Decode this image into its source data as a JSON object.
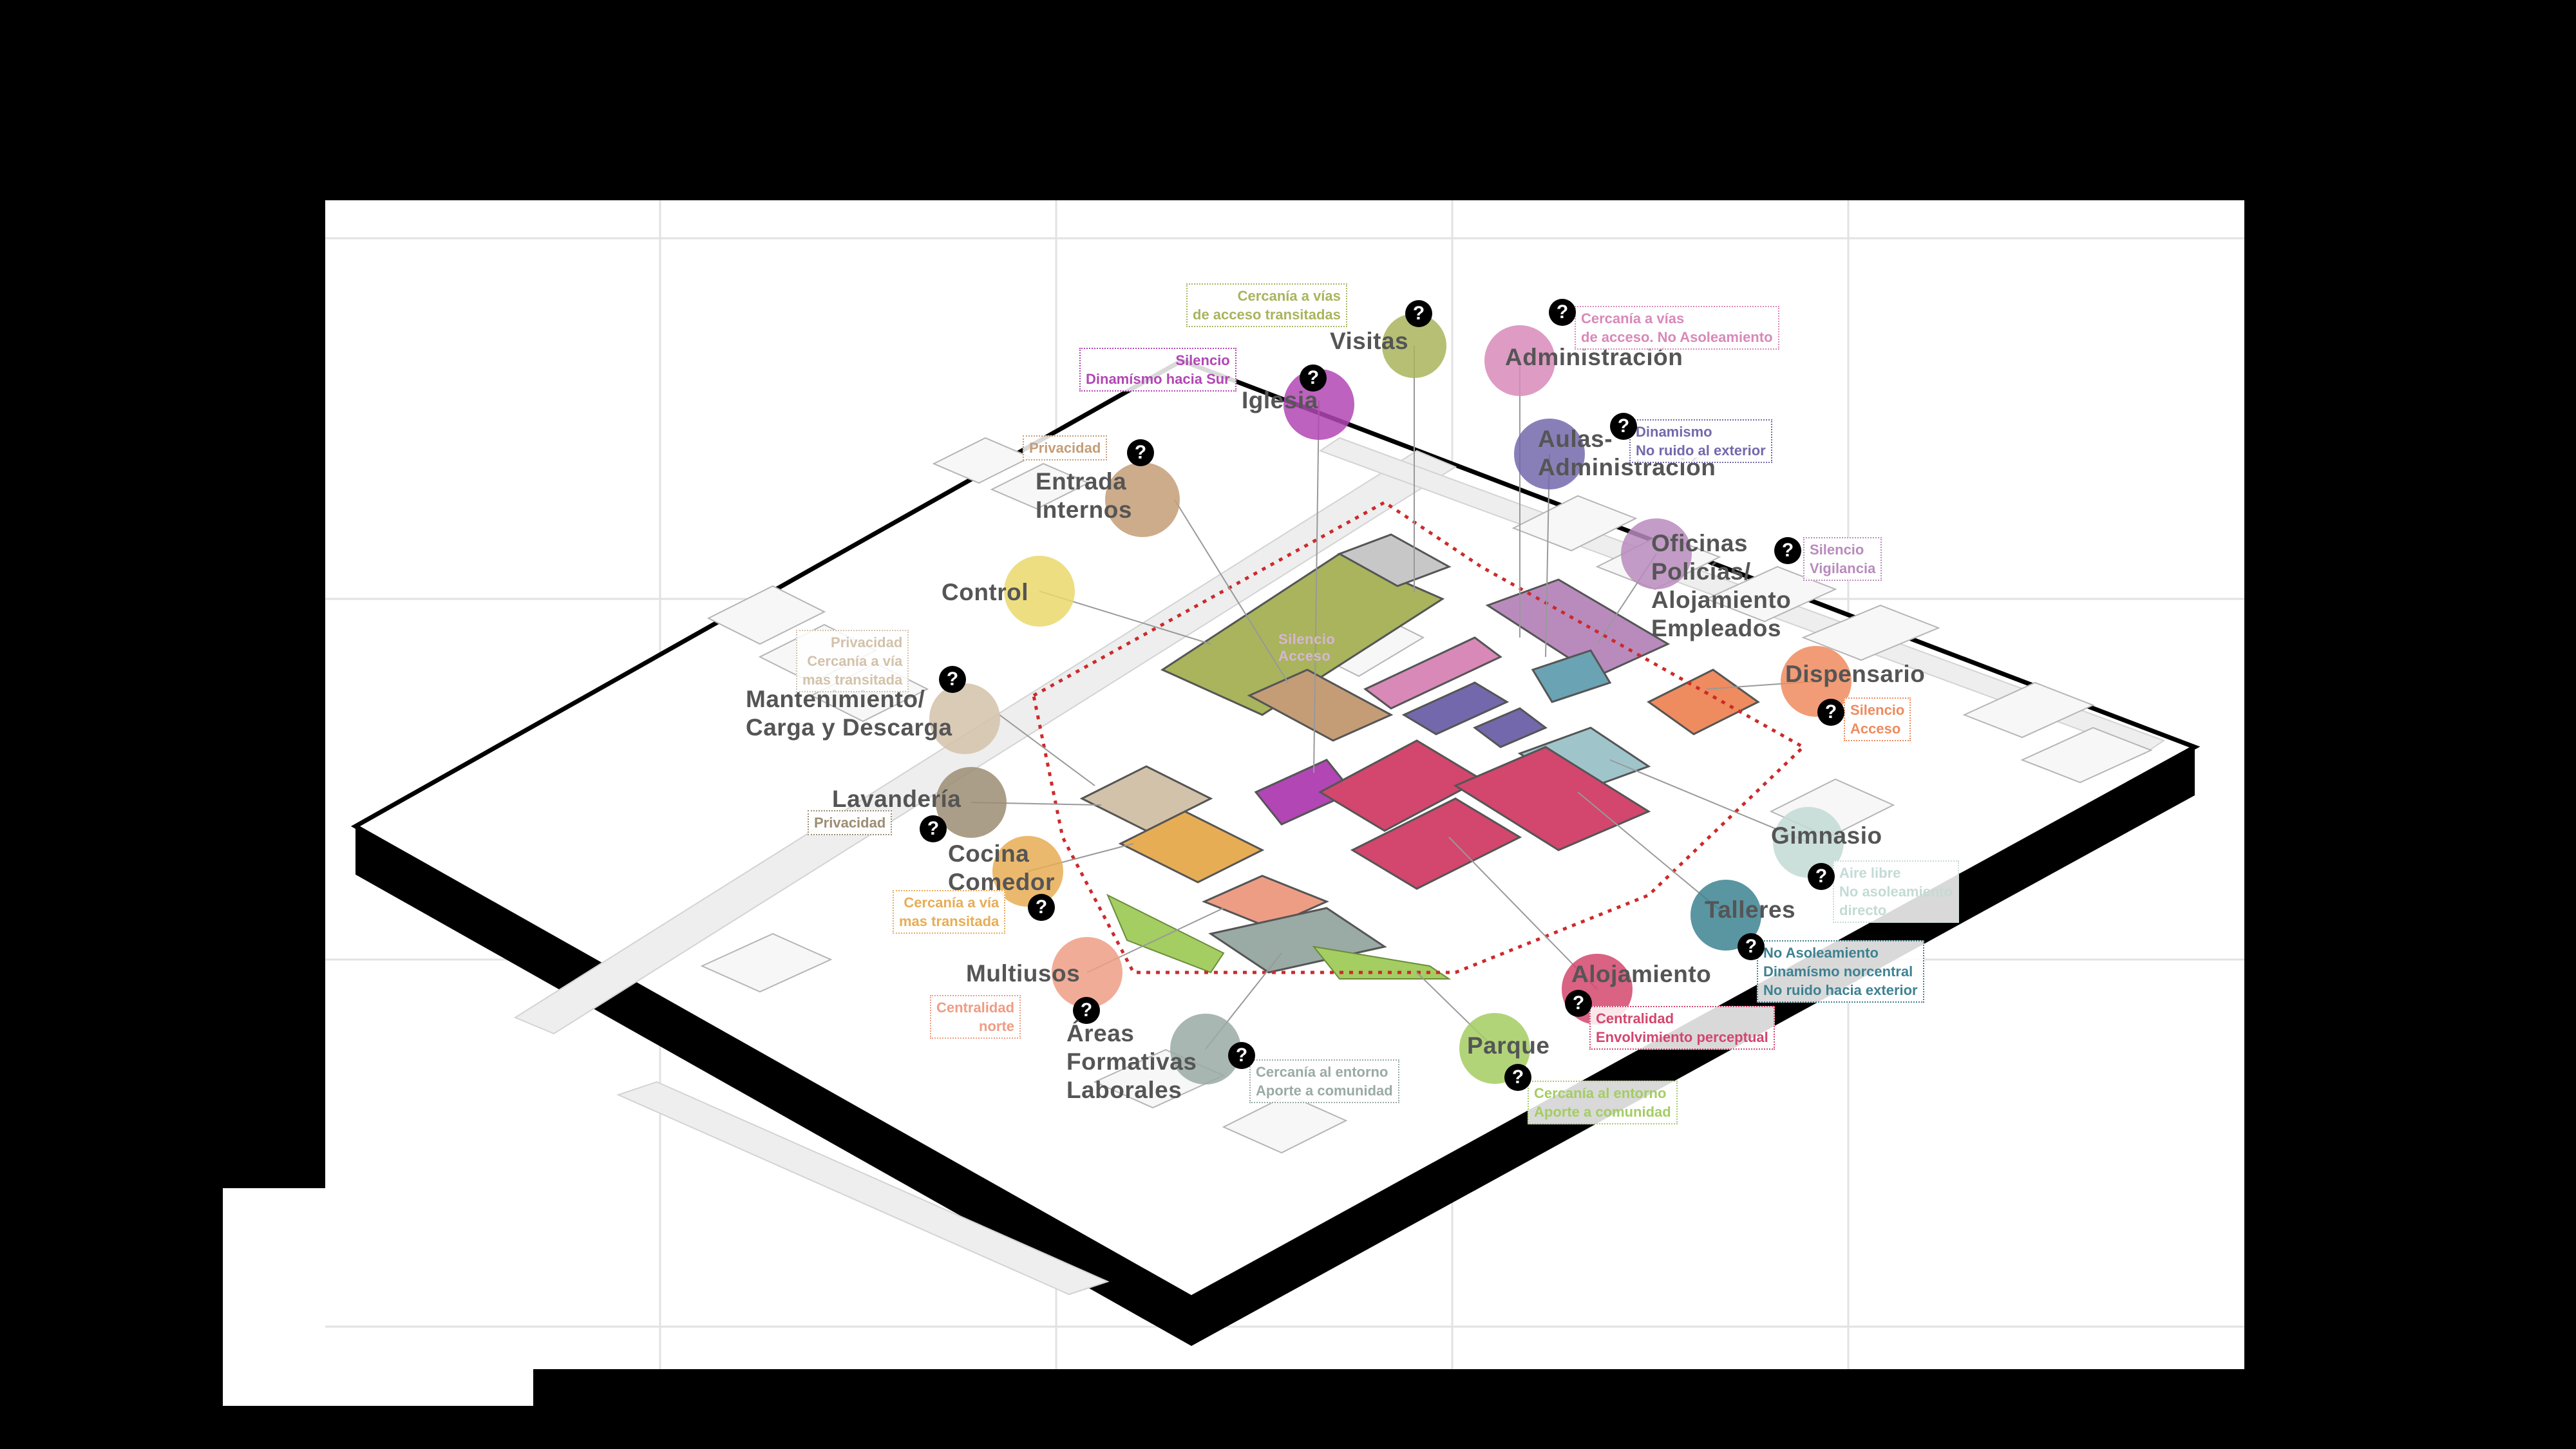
{
  "nodes": [
    {
      "id": "visitas",
      "title": "Visitas",
      "color": "#a9b45c",
      "annotation": "Cercanía a vías\nde acceso transitadas"
    },
    {
      "id": "administracion",
      "title": "Administración",
      "color": "#d889b8",
      "annotation": "Cercanía a vías\nde acceso. No Asoleamiento"
    },
    {
      "id": "iglesia",
      "title": "Iglesia",
      "color": "#b146b4",
      "annotation": "Silencio\nDinamísmo hacia Sur"
    },
    {
      "id": "aulas",
      "title": "Aulas-\nAdministración",
      "color": "#7468ac",
      "annotation": "Dinamismo\nNo ruido al exterior"
    },
    {
      "id": "entrada",
      "title": "Entrada\nInternos",
      "color": "#c49d77",
      "annotation": "Privacidad"
    },
    {
      "id": "oficinas",
      "title": "Oficinas\nPolicías/\nAlojamiento\nEmpleados",
      "color": "#b98bbd",
      "annotation": "Silencio\nVigilancia"
    },
    {
      "id": "control",
      "title": "Control",
      "color": "#ead86c",
      "annotation": ""
    },
    {
      "id": "dispensario",
      "title": "Dispensario",
      "color": "#ee8b5f",
      "annotation": "Silencio\nAcceso"
    },
    {
      "id": "mantenimiento",
      "title": "Mantenimiento/\nCarga y Descarga",
      "color": "#d3c2aa",
      "annotation": "Privacidad\nCercanía a vía\nmas transitada"
    },
    {
      "id": "lavanderia",
      "title": "Lavandería",
      "color": "#9c8d73",
      "annotation": "Privacidad"
    },
    {
      "id": "gimnasio",
      "title": "Gimnasio",
      "color": "#c3dbd5",
      "annotation": "Aire libre\nNo asoleamiento\ndirecto"
    },
    {
      "id": "cocina",
      "title": "Cocina\nComedor",
      "color": "#e7ad55",
      "annotation": "Cercanía a vía\nmas transitada"
    },
    {
      "id": "talleres",
      "title": "Talleres",
      "color": "#3d8292",
      "annotation": "No Asoleamiento\nDinamísmo norcentral\nNo ruido hacia exterior"
    },
    {
      "id": "multiusos",
      "title": "Multiusos",
      "color": "#ee9d85",
      "annotation": "Centralidad\nnorte"
    },
    {
      "id": "alojamiento",
      "title": "Alojamiento",
      "color": "#d3466d",
      "annotation": "Centralidad\nEnvolvimiento perceptual"
    },
    {
      "id": "areas",
      "title": "Áreas\nFormativas\nLaborales",
      "color": "#9aaaa5",
      "annotation": "Cercanía al entorno\nAporte a comunidad"
    },
    {
      "id": "parque",
      "title": "Parque",
      "color": "#a4cd62",
      "annotation": "Cercanía al entorno\nAporte a comunidad"
    }
  ],
  "map_labels": {
    "faint_center": "Silencio\nAcceso"
  },
  "question_mark": "?",
  "colors": {
    "perimeter": "#cc2a2a",
    "slab": "#000000",
    "background": "#000000",
    "paper": "#ffffff",
    "linework": "#cfcfcf"
  }
}
